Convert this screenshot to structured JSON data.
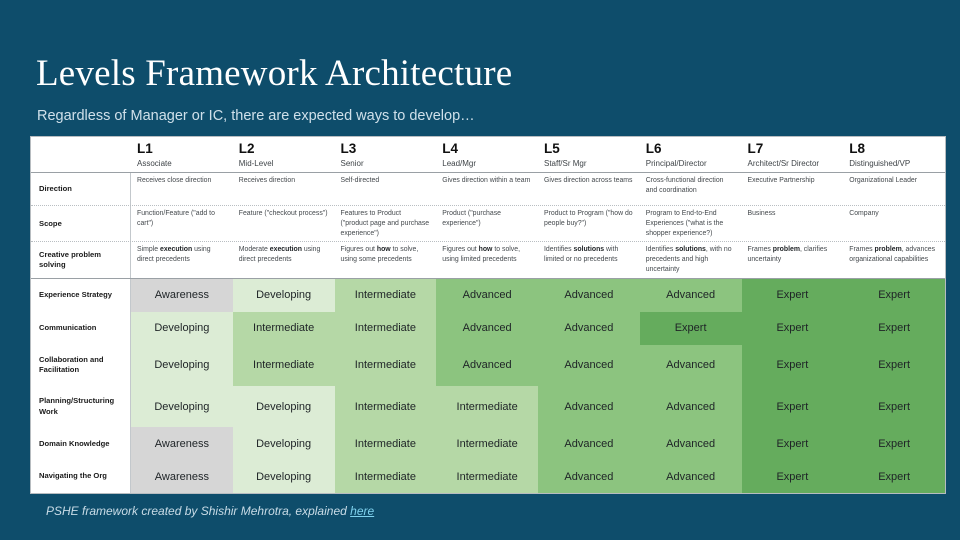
{
  "slide": {
    "title": "Levels Framework Architecture",
    "subtitle": "Regardless of Manager or IC, there are expected ways to develop…",
    "background_color": "#0e4d6b"
  },
  "footer": {
    "text_before": "PSHE framework created by Shishir Mehrotra, explained ",
    "link_label": "here"
  },
  "table": {
    "row_label_header": "",
    "levels": [
      {
        "code": "L1",
        "name": "Associate"
      },
      {
        "code": "L2",
        "name": "Mid-Level"
      },
      {
        "code": "L3",
        "name": "Senior"
      },
      {
        "code": "L4",
        "name": "Lead/Mgr"
      },
      {
        "code": "L5",
        "name": "Staff/Sr Mgr"
      },
      {
        "code": "L6",
        "name": "Principal/Director"
      },
      {
        "code": "L7",
        "name": "Architect/Sr Director"
      },
      {
        "code": "L8",
        "name": "Distinguished/VP"
      }
    ],
    "descriptor_rows": [
      {
        "label": "Direction",
        "values": [
          "Receives close direction",
          "Receives direction",
          "Self-directed",
          "Gives direction within a team",
          "Gives direction across teams",
          "Cross-functional direction and coordination",
          "Executive Partnership",
          "Organizational Leader"
        ]
      },
      {
        "label": "Scope",
        "values": [
          "Function/Feature (\"add to cart\")",
          "Feature (\"checkout process\")",
          "Features to Product (\"product page and purchase experience\")",
          "Product (\"purchase experience\")",
          "Product to Program (\"how do people buy?\")",
          "Program to End-to-End Experiences (\"what is the shopper experience?)",
          "Business",
          "Company"
        ]
      },
      {
        "label": "Creative problem solving",
        "values_html": [
          "Simple <b>execution</b> using direct precedents",
          "Moderate <b>execution</b> using direct precedents",
          "Figures out <b>how</b> to solve, using some precedents",
          "Figures out <b>how</b> to solve, using limited precedents",
          "Identifies <b>solutions</b> with limited or no precedents",
          "Identifies <b>solutions</b>, with no precedents and high uncertainty",
          "Frames <b>problem</b>, clarifies uncertainty",
          "Frames <b>problem</b>, advances organizational capabilities"
        ]
      }
    ],
    "matrix_rows": [
      {
        "label": "Experience Strategy",
        "values": [
          "Awareness",
          "Developing",
          "Intermediate",
          "Advanced",
          "Advanced",
          "Advanced",
          "Expert",
          "Expert"
        ]
      },
      {
        "label": "Communication",
        "values": [
          "Developing",
          "Intermediate",
          "Intermediate",
          "Advanced",
          "Advanced",
          "Expert",
          "Expert",
          "Expert"
        ]
      },
      {
        "label": "Collaboration and Facilitation",
        "values": [
          "Developing",
          "Intermediate",
          "Intermediate",
          "Advanced",
          "Advanced",
          "Advanced",
          "Expert",
          "Expert"
        ]
      },
      {
        "label": "Planning/Structuring Work",
        "values": [
          "Developing",
          "Developing",
          "Intermediate",
          "Intermediate",
          "Advanced",
          "Advanced",
          "Expert",
          "Expert"
        ]
      },
      {
        "label": "Domain Knowledge",
        "values": [
          "Awareness",
          "Developing",
          "Intermediate",
          "Intermediate",
          "Advanced",
          "Advanced",
          "Expert",
          "Expert"
        ]
      },
      {
        "label": "Navigating the Org",
        "values": [
          "Awareness",
          "Developing",
          "Intermediate",
          "Intermediate",
          "Advanced",
          "Advanced",
          "Expert",
          "Expert"
        ]
      }
    ],
    "level_colors": {
      "Awareness": "#d6d6d6",
      "Developing": "#dcecd5",
      "Intermediate": "#b5d8a6",
      "Advanced": "#8cc47f",
      "Expert": "#65ac5d"
    }
  }
}
